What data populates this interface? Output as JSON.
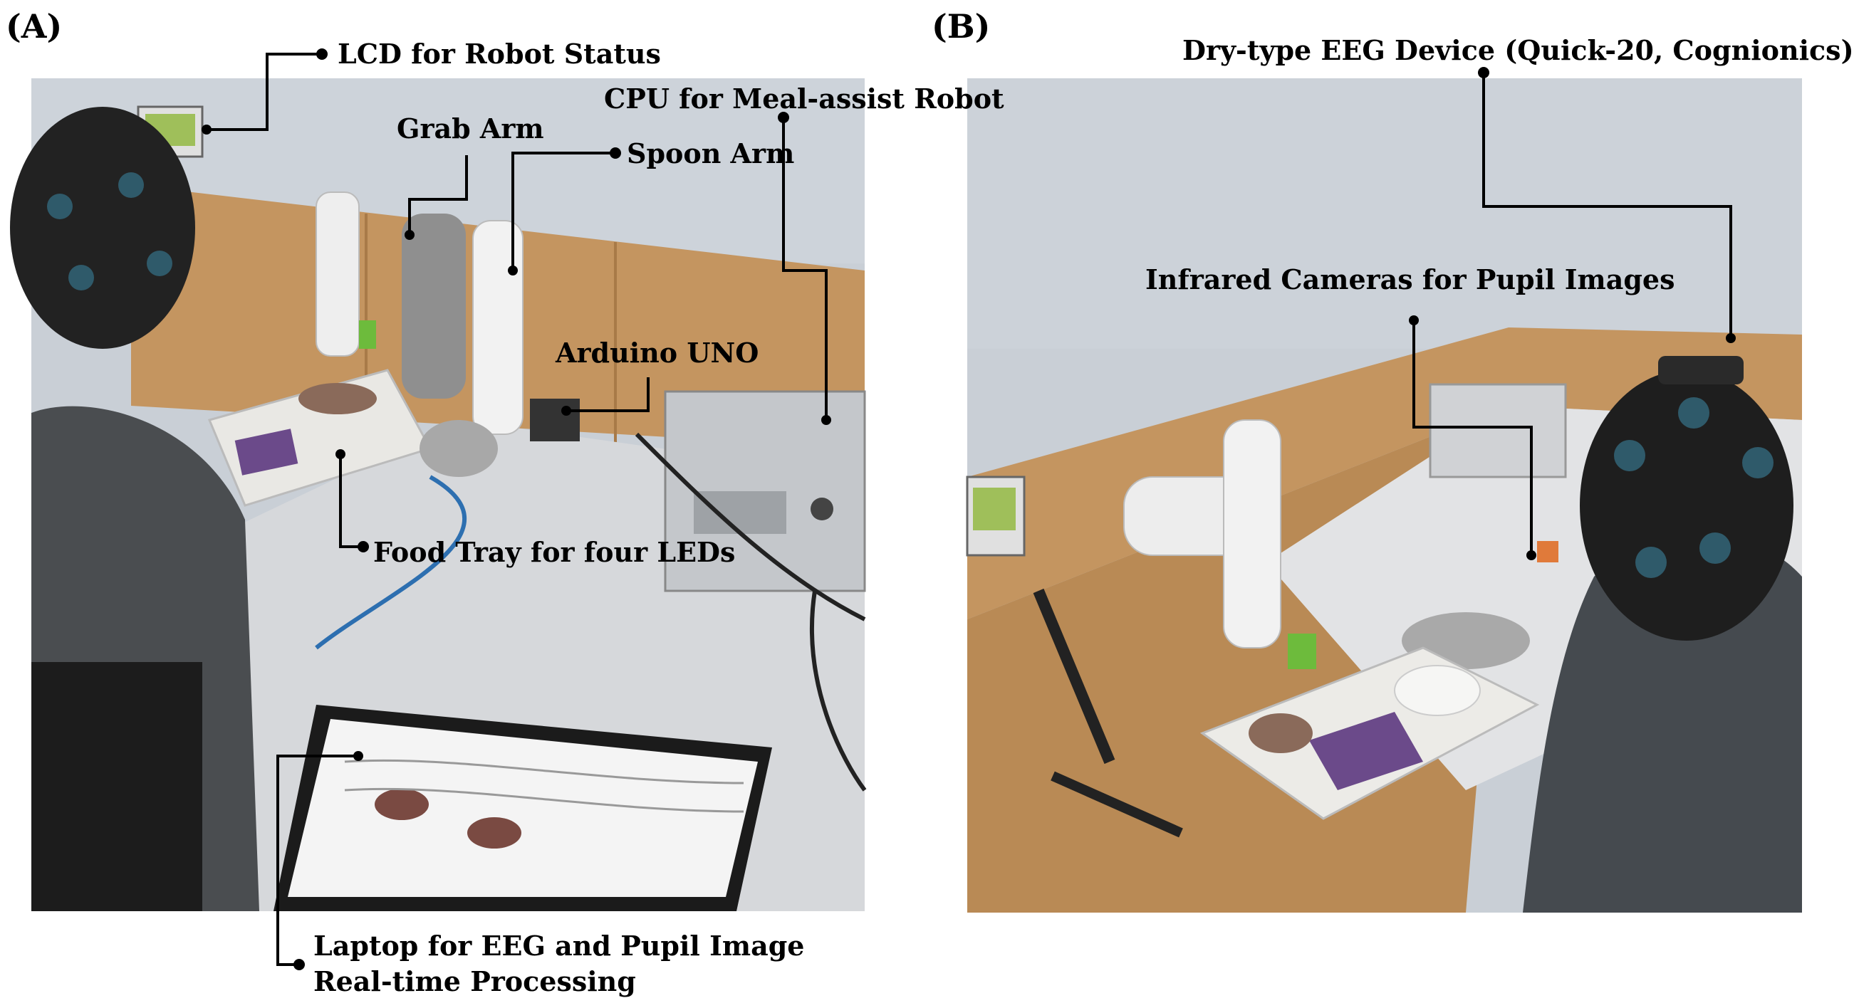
{
  "panels": {
    "a": {
      "label": "(A)"
    },
    "b": {
      "label": "(B)"
    }
  },
  "annotations": {
    "lcd": "LCD for Robot Status",
    "cpu": "CPU for Meal-assist Robot",
    "grab_arm": "Grab Arm",
    "spoon_arm": "Spoon Arm",
    "arduino": "Arduino UNO",
    "food_tray": "Food Tray for four LEDs",
    "laptop_line1": "Laptop for EEG and Pupil Image",
    "laptop_line2": "Real-time Processing",
    "eeg": "Dry-type EEG Device (Quick-20, Cognionics)",
    "ir_cameras": "Infrared Cameras for Pupil Images"
  },
  "colors": {
    "leader_line": "#000000",
    "wall": "#c9cfd6",
    "wood": "#c49560",
    "table": "#d6d8db",
    "robot": "#eeeeee"
  }
}
